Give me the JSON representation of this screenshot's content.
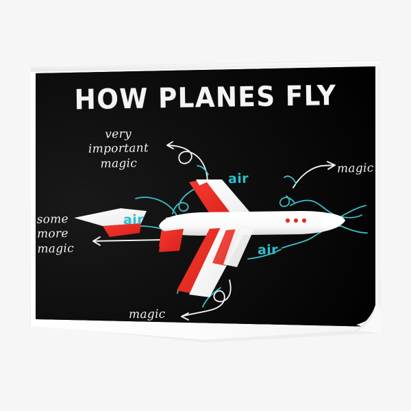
{
  "artwork": {
    "title": "HOW PLANES FLY",
    "labels": {
      "very_important_magic": "very\nimportant\nmagic",
      "some_more_magic": "some\nmore\nmagic",
      "magic_right": "magic",
      "magic_bottom": "magic"
    },
    "air_labels": {
      "top": "air",
      "left": "air",
      "bottom": "air"
    },
    "colors": {
      "background": "#000000",
      "title_text": "#f4f4f4",
      "script_text": "#f0f0f0",
      "air_text": "#2bbfcf",
      "airflow_line": "#3fc1cc",
      "plane_body": "#fbfbfb",
      "plane_accent": "#ee2d24",
      "plane_window": "#e22b22",
      "poster_border": "#ffffff",
      "page_background": "#f6f6f6"
    },
    "icons": [
      "airplane-icon",
      "curved-arrow-icon",
      "airflow-swirl-icon",
      "poster-curl-icon"
    ]
  }
}
